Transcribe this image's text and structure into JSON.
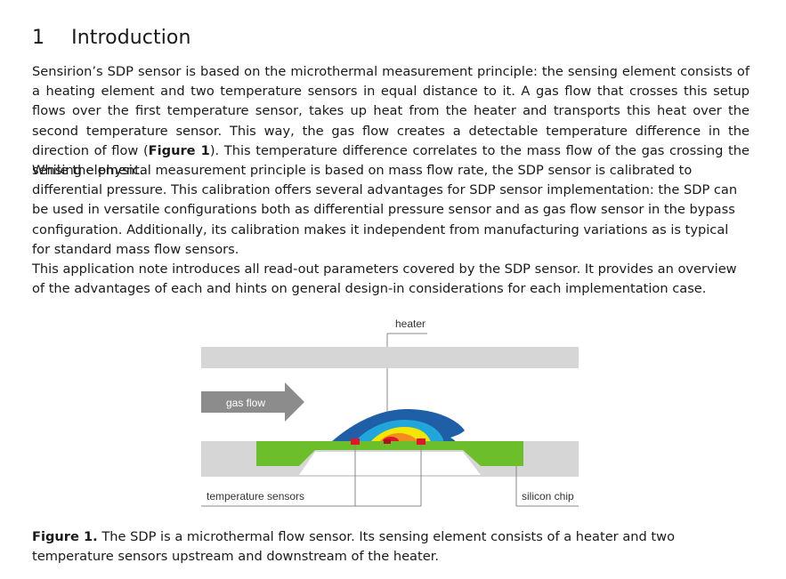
{
  "section": {
    "number": "1",
    "title": "Introduction"
  },
  "paragraphs": {
    "p1": {
      "before_ref": "Sensirion’s SDP sensor is based on the microthermal measurement principle: the sensing element consists of a heating element and two temperature sensors in equal distance to it. A gas flow that crosses this setup flows over the first temperature sensor, takes up heat from the heater and transports this heat over the second temperature sensor. This way, the gas flow creates a detectable temperature difference in the direction of flow (",
      "ref": "Figure 1",
      "after_ref": "). This temperature difference correlates to the mass flow of the gas crossing the sensing element."
    },
    "p2": "While the physical measurement principle is based on mass flow rate, the SDP sensor is calibrated to differential pressure. This calibration offers several advantages for SDP sensor implementation: the SDP can be used in versatile configurations both as differential pressure sensor and as gas flow sensor in the bypass configuration. Additionally, its calibration makes it independent from manufacturing variations as is typical for standard mass flow sensors.",
    "p3": "This application note introduces all read-out parameters covered by the SDP sensor. It provides an overview of the advantages of each and hints on general design-in considerations for each implementation case."
  },
  "figure": {
    "labels": {
      "heater": "heater",
      "gas_flow": "gas flow",
      "temperature_sensors": "temperature sensors",
      "silicon_chip": "silicon chip"
    },
    "colors": {
      "channel_gray": "#d6d6d6",
      "arrow_gray": "#8c8c8c",
      "chip_green": "#6cbf2a",
      "sensor_red": "#e0142a",
      "plume_dark_blue": "#1f5fa8",
      "plume_light_blue": "#21a6dc",
      "plume_yellow": "#f5e600",
      "plume_orange": "#f28c1e"
    }
  },
  "caption": {
    "label": "Figure 1.",
    "text": " The SDP is a microthermal flow sensor. Its sensing element consists of a heater and two temperature sensors upstream and downstream of the heater."
  }
}
